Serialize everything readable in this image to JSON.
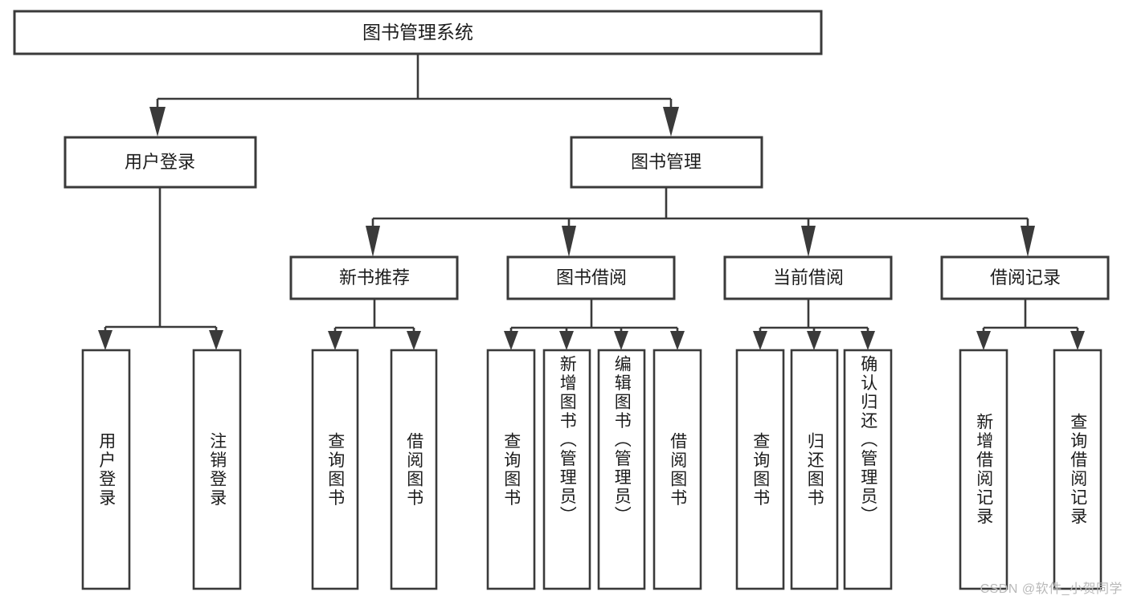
{
  "diagram": {
    "type": "tree",
    "title": "图书管理系统",
    "watermark": "CSDN @软件_小贺同学",
    "colors": {
      "stroke": "#3a3a3a",
      "fill": "#ffffff",
      "text": "#1c1c1c",
      "watermark": "#b9b9b9",
      "background": "#ffffff"
    },
    "root": {
      "label": "图书管理系统"
    },
    "level2": [
      {
        "label": "用户登录"
      },
      {
        "label": "图书管理"
      }
    ],
    "level3": [
      {
        "label": "新书推荐"
      },
      {
        "label": "图书借阅"
      },
      {
        "label": "当前借阅"
      },
      {
        "label": "借阅记录"
      }
    ],
    "leaves": {
      "user_login": [
        {
          "label": "用户登录"
        },
        {
          "label": "注销登录"
        }
      ],
      "new_book_recommend": [
        {
          "label": "查询图书"
        },
        {
          "label": "借阅图书"
        }
      ],
      "book_borrow": [
        {
          "label": "查询图书"
        },
        {
          "label": "新增图书（管理员）"
        },
        {
          "label": "编辑图书（管理员）"
        },
        {
          "label": "借阅图书"
        }
      ],
      "current_borrow": [
        {
          "label": "查询图书"
        },
        {
          "label": "归还图书"
        },
        {
          "label": "确认归还（管理员）"
        }
      ],
      "borrow_record": [
        {
          "label": "新增借阅记录"
        },
        {
          "label": "查询借阅记录"
        }
      ]
    }
  }
}
